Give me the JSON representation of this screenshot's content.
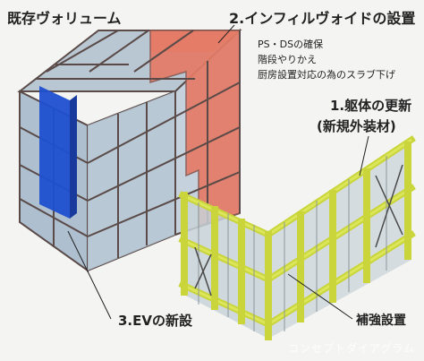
{
  "labels": {
    "existing_volume": "既存ヴォリューム",
    "infill_void": "2.インフィルヴォイドの設置",
    "infill_notes": [
      "PS・DSの確保",
      "階段やりかえ",
      "厨房設置対応の為のスラブ下げ"
    ],
    "renewal_line1": "1.躯体の更新",
    "renewal_line2": "(新規外装材)",
    "ev": "3.EVの新設",
    "bracing": "補強設置",
    "watermark": "コンセプトダイアグラム"
  },
  "colors": {
    "background": "#f4f5f2",
    "frame": "#5a4a48",
    "glass": "#a9bccd",
    "void": "#e8806c",
    "elevator": "#1f4fd0",
    "new_structure": "#d3df52",
    "leader_line": "#222222"
  }
}
